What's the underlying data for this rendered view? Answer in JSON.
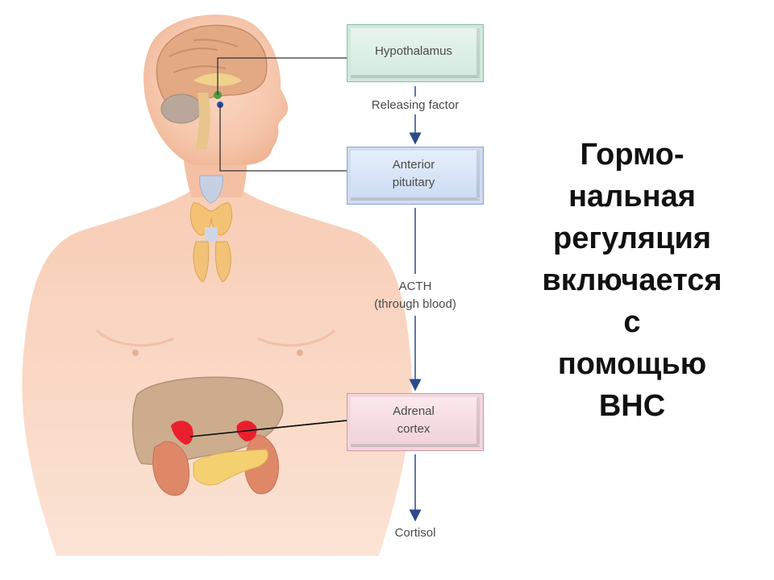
{
  "diagram": {
    "boxes": {
      "hypothalamus": "Hypothalamus",
      "anterior_pituitary": [
        "Anterior",
        "pituitary"
      ],
      "adrenal_cortex": [
        "Adrenal",
        "cortex"
      ]
    },
    "arrow_labels": {
      "releasing_factor": "Releasing factor",
      "acth": [
        "ACTH",
        "(through blood)"
      ],
      "cortisol": "Cortisol"
    }
  },
  "title_lines": [
    "Гормо-",
    "нальная",
    "регуляция",
    "включается",
    "с",
    "помощью",
    "ВНС"
  ]
}
